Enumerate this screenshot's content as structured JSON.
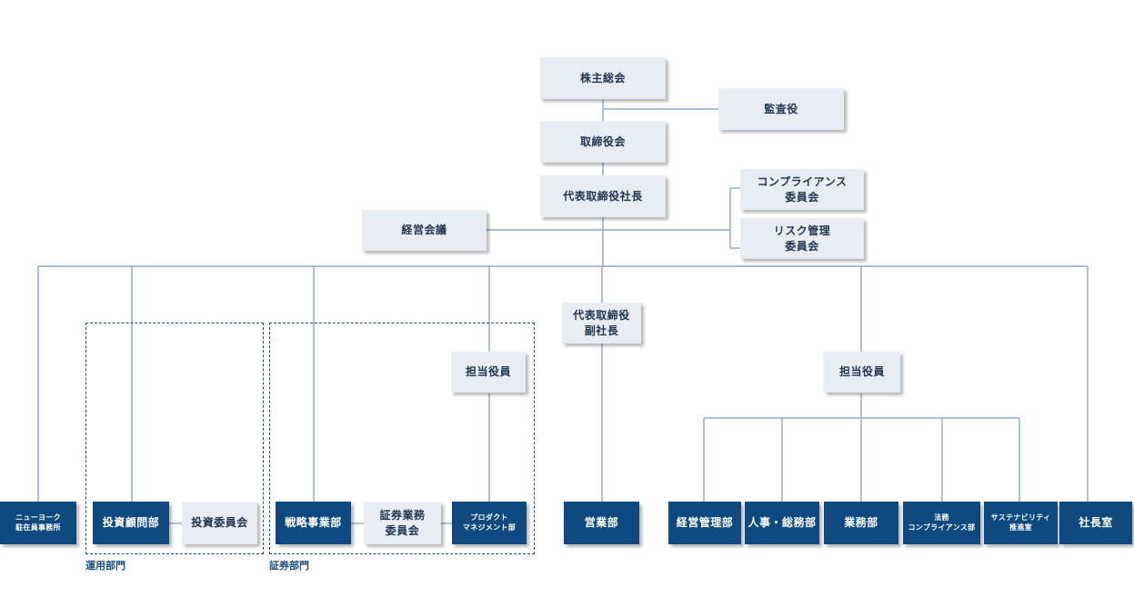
{
  "nodes": {
    "shareholders": "株主総会",
    "auditor": "監査役",
    "board": "取締役会",
    "president": "代表取締役社長",
    "compliance_committee": "コンプライアンス\n委員会",
    "risk_committee": "リスク管理\n委員会",
    "management_meeting": "経営会議",
    "vice_president": "代表取締役\n副社長",
    "officer_a": "担当役員",
    "officer_b": "担当役員",
    "ny_office": "ニューヨーク\n駐在員事務所",
    "investment_advisory": "投資顧問部",
    "investment_committee": "投資委員会",
    "strategy": "戦略事業部",
    "securities_committee": "証券業務\n委員会",
    "product_management": "プロダクト\nマネジメント部",
    "sales": "営業部",
    "business_management": "経営管理部",
    "hr_general": "人事・総務部",
    "operations": "業務部",
    "legal_compliance": "法務\nコンプライアンス部",
    "sustainability": "サステナビリティ\n推進室",
    "presidents_office": "社長室"
  },
  "groups": {
    "operations_division": "運用部門",
    "securities_division": "証券部門"
  },
  "colors": {
    "light_box": "#e8edf3",
    "dark_box": "#0e4a80",
    "line": "#8aa9c8",
    "dashed": "#1d4f80"
  }
}
